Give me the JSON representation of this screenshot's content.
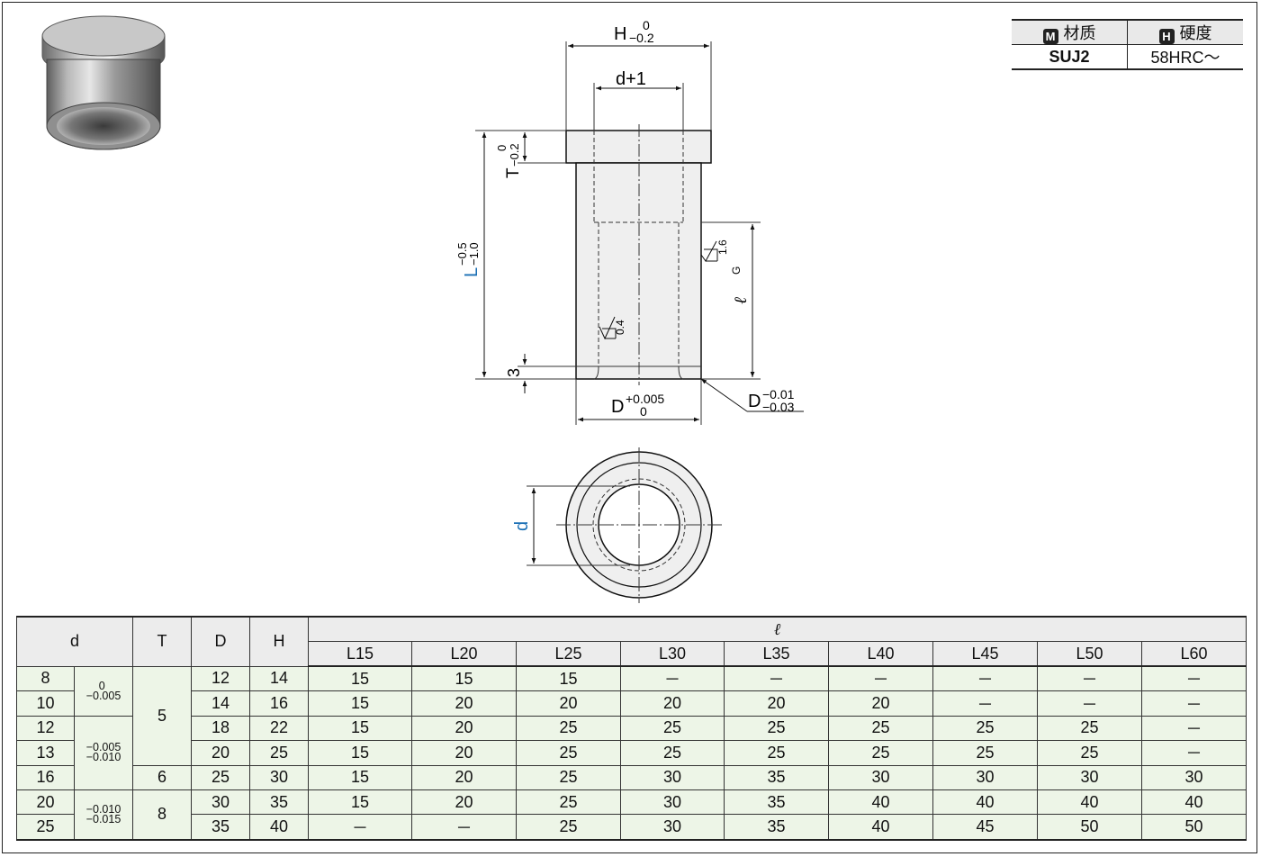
{
  "material_table": {
    "headers": [
      {
        "badge": "M",
        "label": "材质"
      },
      {
        "badge": "H",
        "label": "硬度"
      }
    ],
    "values": [
      "SUJ2",
      "58HRC～"
    ]
  },
  "drawing": {
    "dim_H": "H",
    "dim_H_tol_upper": "0",
    "dim_H_tol_lower": "−0.2",
    "dim_d_plus1": "d+1",
    "dim_T": "T",
    "dim_T_tol_upper": "0",
    "dim_T_tol_lower": "−0.2",
    "dim_L": "L",
    "dim_L_tol_upper": "−0.5",
    "dim_L_tol_lower": "−1.0",
    "dim_3": "3",
    "dim_ell": "ℓ",
    "rough_outer": "1.6",
    "rough_outer_grade": "G",
    "rough_inner": "0.4",
    "dim_D_bore": "D",
    "dim_D_bore_tol_upper": "+0.005",
    "dim_D_bore_tol_lower": "0",
    "dim_D_outer": "D",
    "dim_D_outer_tol_upper": "−0.01",
    "dim_D_outer_tol_lower": "−0.03",
    "dim_d": "d",
    "accent_color": "#1a6fb5"
  },
  "spec_table": {
    "header": {
      "d": "d",
      "T": "T",
      "D": "D",
      "H": "H",
      "ell": "ℓ",
      "L_columns": [
        "L15",
        "L20",
        "L25",
        "L30",
        "L35",
        "L40",
        "L45",
        "L50",
        "L60"
      ]
    },
    "d_values": [
      "8",
      "10",
      "12",
      "13",
      "16",
      "20",
      "25"
    ],
    "d_tolerances": [
      {
        "upper": "0",
        "lower": "−0.005"
      },
      {
        "upper": "−0.005",
        "lower": "−0.010"
      },
      {
        "upper": "−0.010",
        "lower": "−0.015"
      }
    ],
    "T_values": [
      "5",
      "6",
      "8"
    ],
    "rows": [
      {
        "D": "12",
        "H": "14",
        "ell": [
          "15",
          "15",
          "15",
          "－",
          "－",
          "－",
          "－",
          "－",
          "－"
        ]
      },
      {
        "D": "14",
        "H": "16",
        "ell": [
          "15",
          "20",
          "20",
          "20",
          "20",
          "20",
          "－",
          "－",
          "－"
        ]
      },
      {
        "D": "18",
        "H": "22",
        "ell": [
          "15",
          "20",
          "25",
          "25",
          "25",
          "25",
          "25",
          "25",
          "－"
        ]
      },
      {
        "D": "20",
        "H": "25",
        "ell": [
          "15",
          "20",
          "25",
          "25",
          "25",
          "25",
          "25",
          "25",
          "－"
        ]
      },
      {
        "D": "25",
        "H": "30",
        "ell": [
          "15",
          "20",
          "25",
          "30",
          "35",
          "30",
          "30",
          "30",
          "30"
        ]
      },
      {
        "D": "30",
        "H": "35",
        "ell": [
          "15",
          "20",
          "25",
          "30",
          "35",
          "40",
          "40",
          "40",
          "40"
        ]
      },
      {
        "D": "35",
        "H": "40",
        "ell": [
          "－",
          "－",
          "25",
          "30",
          "35",
          "40",
          "45",
          "50",
          "50"
        ]
      }
    ]
  }
}
